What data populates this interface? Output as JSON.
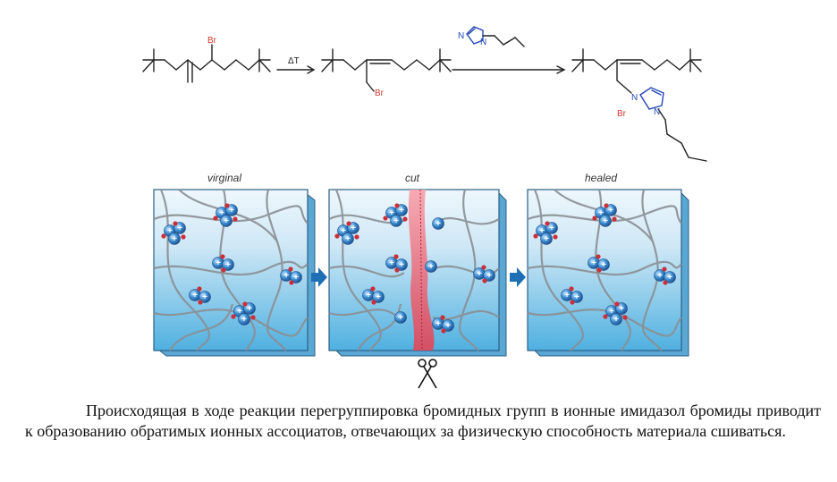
{
  "reaction": {
    "br_label_1": "Br",
    "delta_t": "ΔT",
    "br_label_2": "Br",
    "reagent_n_label": "N",
    "reagent_n2_label": "N",
    "product_br_label": "Br",
    "product_n1_label": "N",
    "product_n2_label": "N"
  },
  "panels": [
    {
      "title": "virginal"
    },
    {
      "title": "cut"
    },
    {
      "title": "healed"
    }
  ],
  "colors": {
    "polymer_bg_top": "#e6f3fb",
    "polymer_bg_bottom": "#5eb6e3",
    "ion_blue": "#2a79c0",
    "ion_red": "#c2313a",
    "cut_pink": "#e96a78",
    "arrow_blue": "#1f6fb5",
    "bromine_red": "#d23a2f",
    "nitrogen_blue": "#2447b5"
  },
  "caption": "Происходящая в ходе реакции перегруппировка бромидных групп в ионные имидазол бромиды приводит к образованию обратимых ионных ассоциатов, отвечающих за физическую способность материала сшиваться."
}
